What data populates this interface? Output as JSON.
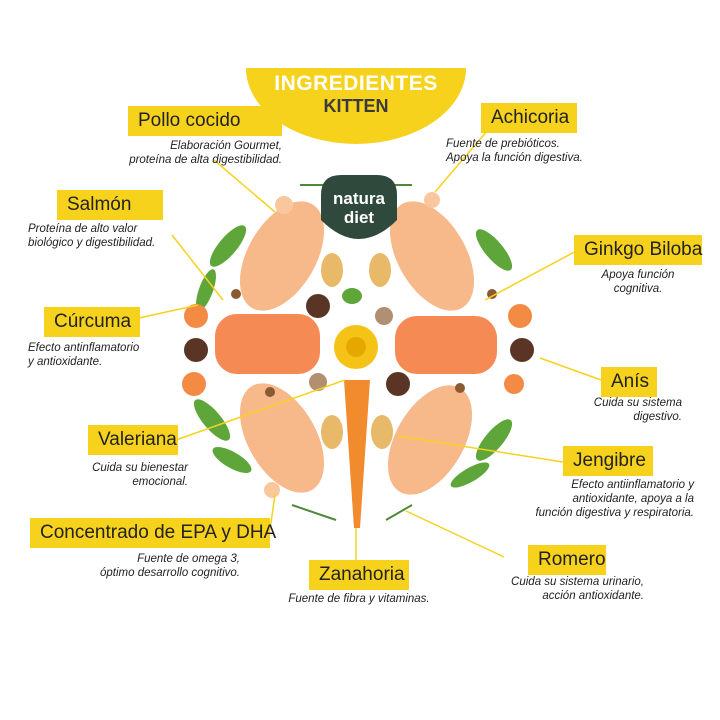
{
  "header": {
    "title": "INGREDIENTES",
    "subtitle": "KITTEN"
  },
  "logo": {
    "line1": "natura",
    "line2": "diet"
  },
  "ingredients": [
    {
      "name": "Pollo cocido",
      "desc1": "Elaboración Gourmet,",
      "desc2": "proteína de alta digestibilidad."
    },
    {
      "name": "Salmón",
      "desc1": "Proteína de alto valor",
      "desc2": "biológico y digestibilidad."
    },
    {
      "name": "Cúrcuma",
      "desc1": "Efecto antinflamatorio",
      "desc2": "y antioxidante."
    },
    {
      "name": "Valeriana",
      "desc1": "Cuida su bienestar",
      "desc2": "emocional."
    },
    {
      "name": "Concentrado de EPA y DHA",
      "desc1": "Fuente de omega 3,",
      "desc2": "óptimo desarrollo cognitivo."
    },
    {
      "name": "Zanahoria",
      "desc1": "Fuente de fibra y vitaminas."
    },
    {
      "name": "Achicoria",
      "desc1": "Fuente de prebióticos.",
      "desc2": "Apoya la función digestiva."
    },
    {
      "name": "Ginkgo Biloba",
      "desc1": "Apoya función",
      "desc2": "cognitiva."
    },
    {
      "name": "Anís",
      "desc1": "Cuida su sistema",
      "desc2": "digestivo."
    },
    {
      "name": "Jengibre",
      "desc1": "Efecto antiinflamatorio y",
      "desc2": "antioxidante, apoya a la",
      "desc3": "función digestiva y respiratoria."
    },
    {
      "name": "Romero",
      "desc1": "Cuida su sistema urinario,",
      "desc2": "acción antioxidante."
    }
  ],
  "colors": {
    "accent": "#f7d21d",
    "chicken": "#f7b98a",
    "salmon": "#f58a55",
    "carrot": "#f28a2e",
    "leaf": "#5fa63a",
    "logo_bg": "#2f4a3c"
  }
}
